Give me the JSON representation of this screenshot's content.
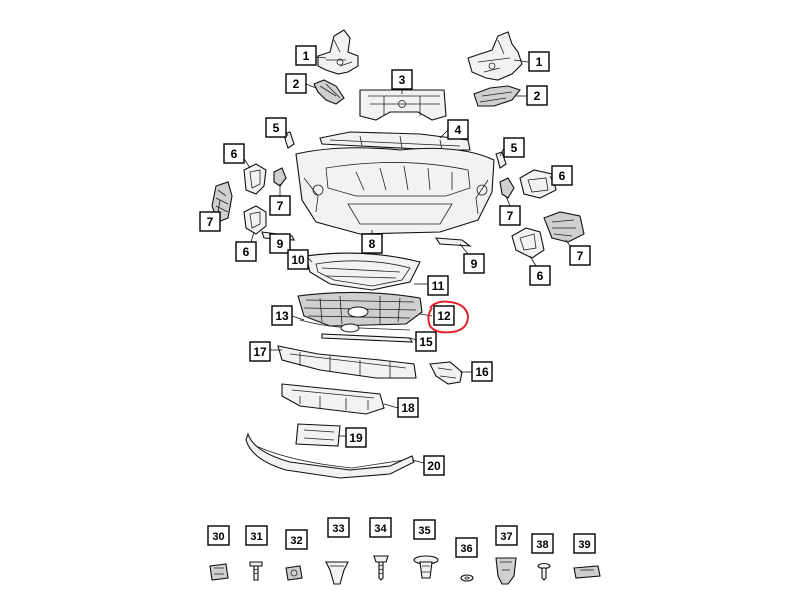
{
  "diagram": {
    "callouts": [
      "1",
      "1",
      "2",
      "2",
      "3",
      "4",
      "5",
      "5",
      "6",
      "6",
      "6",
      "6",
      "7",
      "7",
      "7",
      "7",
      "8",
      "9",
      "9",
      "10",
      "11",
      "12",
      "13",
      "15",
      "16",
      "17",
      "18",
      "19",
      "20"
    ],
    "hardware_callouts": [
      "30",
      "31",
      "32",
      "33",
      "34",
      "35",
      "36",
      "37",
      "38",
      "39"
    ],
    "highlighted_callout": "12",
    "highlight_color": "#e0242c"
  }
}
